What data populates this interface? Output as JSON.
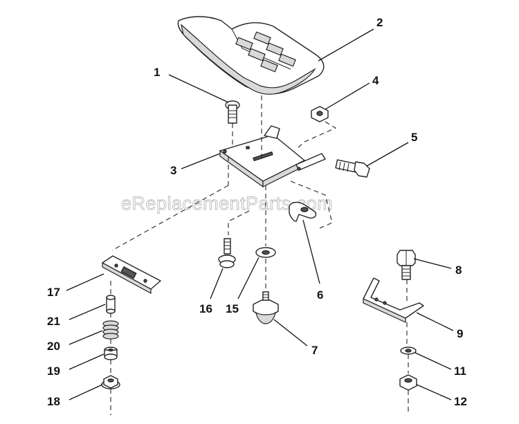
{
  "watermark": "eReplacementParts.com",
  "callouts": {
    "c1": "1",
    "c2": "2",
    "c3": "3",
    "c4": "4",
    "c5": "5",
    "c6": "6",
    "c7": "7",
    "c8": "8",
    "c9": "9",
    "c11": "11",
    "c12": "12",
    "c15": "15",
    "c16": "16",
    "c17": "17",
    "c18": "18",
    "c19": "19",
    "c20": "20",
    "c21": "21"
  }
}
